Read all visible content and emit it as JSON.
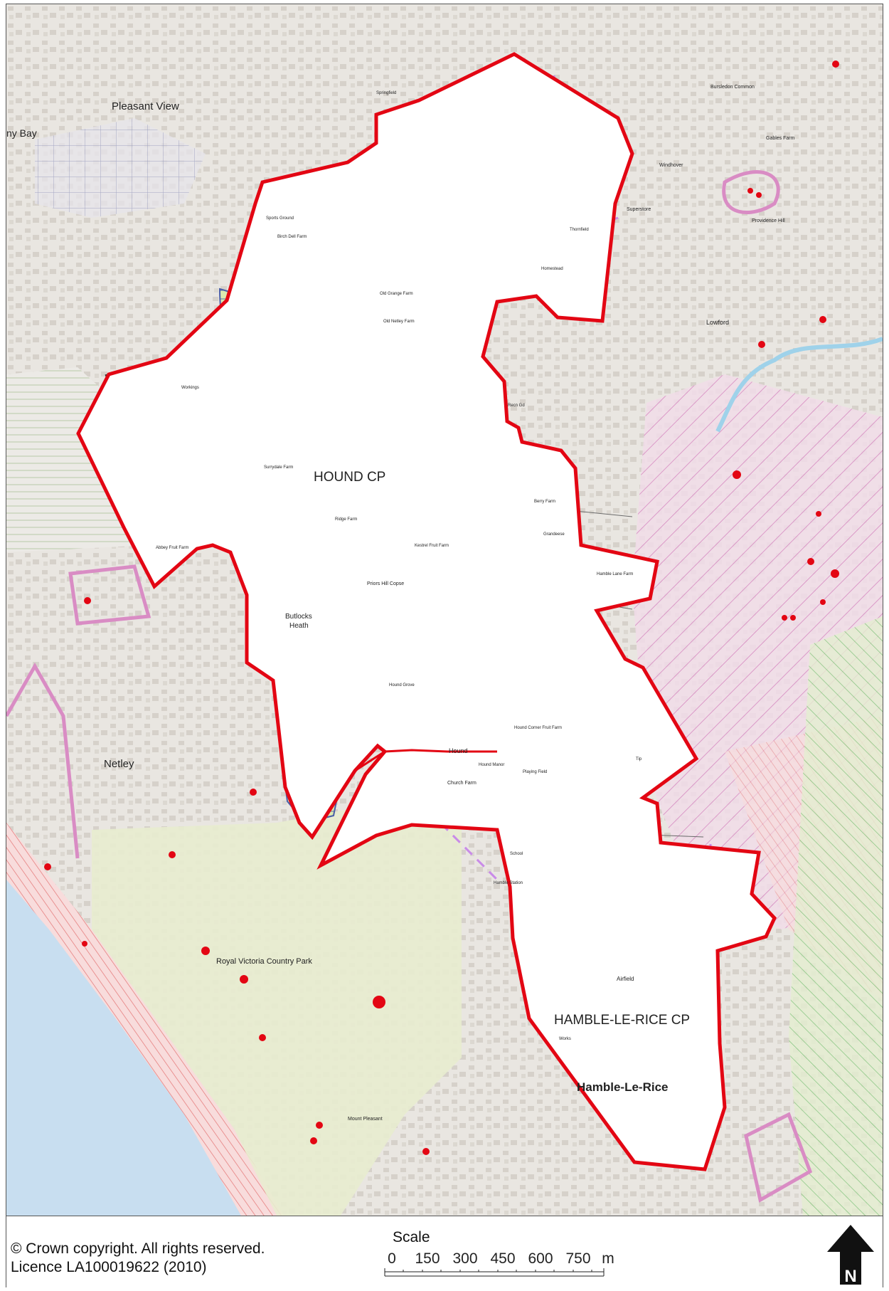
{
  "map": {
    "parish_labels": {
      "hound": "HOUND CP",
      "hamble": "HAMBLE-LE-RICE CP"
    },
    "place_labels": {
      "hamble_village": "Hamble-Le-Rice",
      "pleasant_view": "Pleasant View",
      "netley": "Netley",
      "netley_bay": "ny Bay",
      "butlocks_heath_1": "Butlocks",
      "butlocks_heath_2": "Heath",
      "hound_village": "Hound",
      "airfield": "Airfield",
      "works": "Works",
      "church_farm": "Church Farm",
      "hound_manor": "Hound Manor",
      "hamble_station": "Hamble Station",
      "school": "School",
      "berry_farm": "Berry Farm",
      "ridge_farm": "Ridge Farm",
      "surrydale_farm": "Surrydale Farm",
      "old_grange_farm": "Old Grange Farm",
      "old_netley_farm": "Old Netley Farm",
      "birch_dell_farm": "Birch Dell Farm",
      "abbey_fruit_farm": "Abbey Fruit Farm",
      "thornfield": "Thornfield",
      "homestead": "Homestead",
      "hamble_lane_farm": "Hamble Lane Farm",
      "hound_corner": "Hound Corner Fruit Farm",
      "priors_hill_copse": "Priors Hill Copse",
      "hound_grove": "Hound Grove",
      "workings": "Workings",
      "tip": "Tip",
      "royal_victoria": "Royal Victoria Country Park",
      "mount_pleasant": "Mount Pleasant",
      "playing_field": "Playing Field",
      "sports_ground": "Sports Ground",
      "recn_gd": "Recn Gd",
      "kestrel": "Kestrel Fruit Farm",
      "grandeese": "Grandeese",
      "springfield": "Springfield",
      "providence_hill": "Providence Hill",
      "gables_farm": "Gables Farm",
      "windhover": "Windhover",
      "bursledon_common": "Bursledon Common",
      "superstore": "Superstore",
      "lowford": "Lowford"
    },
    "colors": {
      "boundary": "#e30613",
      "designation_pink": "#d98cc4",
      "dashed_lilac": "#c98be8",
      "woodland_green": "#dbe9b0",
      "blue_outline": "#4a5ea8",
      "water": "#9fd2ea",
      "sea": "#c8def0"
    }
  },
  "footer": {
    "copyright_line1": "© Crown copyright. All rights reserved.",
    "copyright_line2": "Licence LA100019622 (2010)",
    "scale": {
      "title": "Scale",
      "ticks": [
        "0",
        "150",
        "300",
        "450",
        "600",
        "750"
      ],
      "unit": "m"
    },
    "north": "N"
  }
}
